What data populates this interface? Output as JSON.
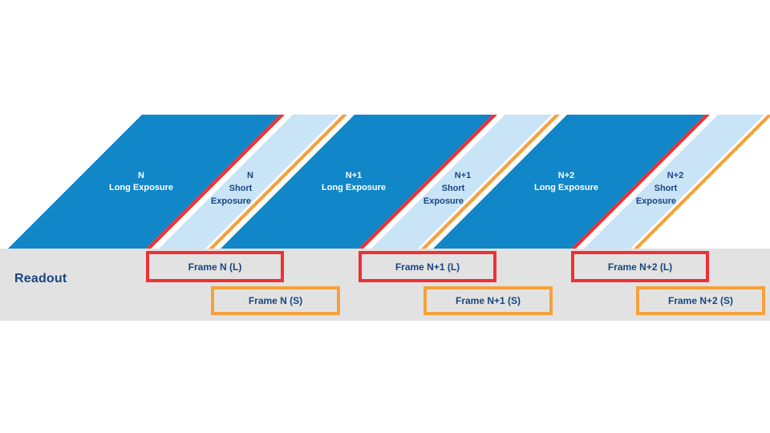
{
  "diagram": {
    "readout_label": "Readout",
    "frames": [
      {
        "long_line1": "N",
        "long_line2": "Long Exposure",
        "short_line1": "N",
        "short_line2": "Short",
        "short_line3": "Exposure",
        "readout_long": "Frame N (L)",
        "readout_short": "Frame N (S)"
      },
      {
        "long_line1": "N+1",
        "long_line2": "Long Exposure",
        "short_line1": "N+1",
        "short_line2": "Short",
        "short_line3": "Exposure",
        "readout_long": "Frame N+1 (L)",
        "readout_short": "Frame N+1 (S)"
      },
      {
        "long_line1": "N+2",
        "long_line2": "Long Exposure",
        "short_line1": "N+2",
        "short_line2": "Short",
        "short_line3": "Exposure",
        "readout_long": "Frame N+2 (L)",
        "readout_short": "Frame N+2 (S)"
      }
    ],
    "colors": {
      "long_exposure_blue": "#1186C8",
      "short_exposure_blue": "#C9E3F7",
      "long_readout_red": "#EE3134",
      "short_readout_orange": "#F5A13C",
      "readout_band_gray": "#E2E2E2",
      "text_navy": "#17467E",
      "text_white": "#FFFFFF"
    }
  }
}
